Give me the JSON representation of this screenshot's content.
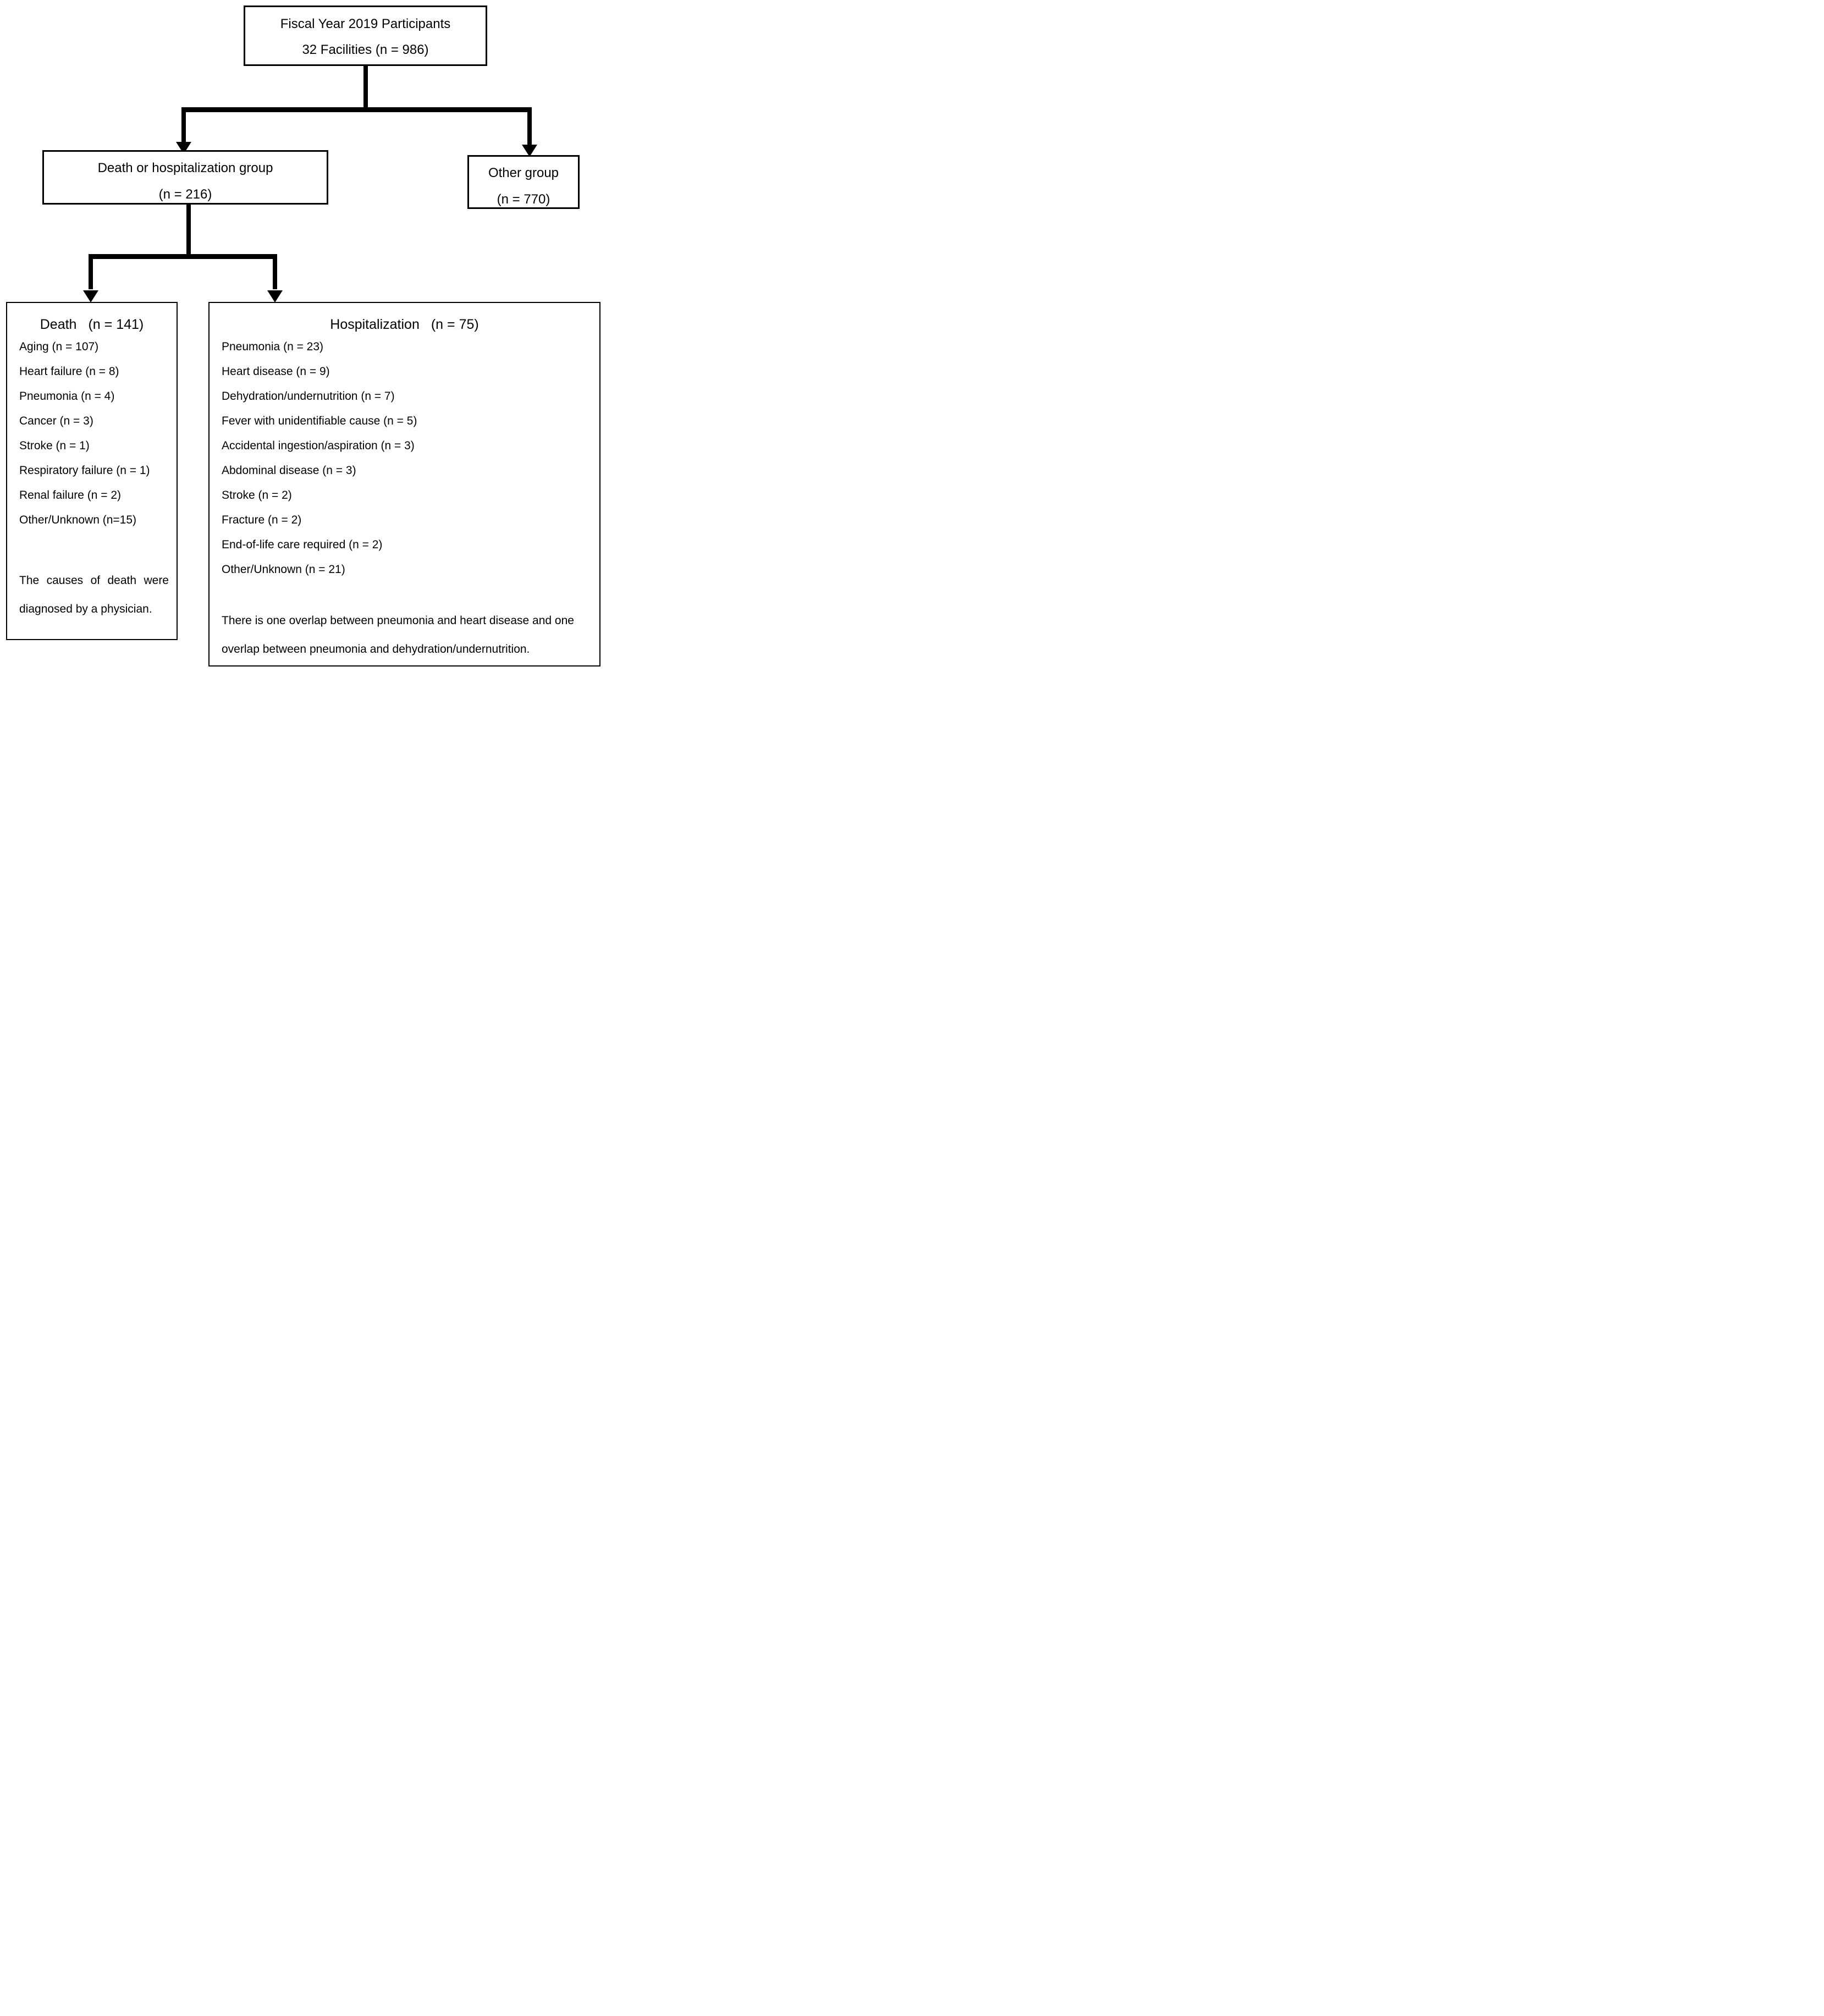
{
  "figure": {
    "top_box": {
      "line1": "Fiscal Year 2019 Participants",
      "line2": "32 Facilities (n = 986)"
    },
    "group_box": {
      "line1": "Death or hospitalization group",
      "line2": "(n = 216)"
    },
    "other_box": {
      "line1": "Other group",
      "line2": "(n = 770)"
    },
    "death_box": {
      "heading": {
        "title": "Death",
        "count": "(n = 141)"
      },
      "items": [
        "Aging (n = 107)",
        "Heart failure (n = 8)",
        "Pneumonia (n = 4)",
        "Cancer (n = 3)",
        "Stroke (n = 1)",
        "Respiratory failure (n = 1)",
        "Renal failure (n = 2)",
        "Other/Unknown (n=15)"
      ],
      "note": "The causes of death were diagnosed by a physician."
    },
    "hosp_box": {
      "heading": {
        "title": "Hospitalization",
        "count": "(n = 75)"
      },
      "items": [
        "Pneumonia (n = 23)",
        "Heart disease (n = 9)",
        "Dehydration/undernutrition (n = 7)",
        "Fever with unidentifiable cause (n = 5)",
        "Accidental ingestion/aspiration (n = 3)",
        "Abdominal disease (n = 3)",
        "Stroke (n = 2)",
        "Fracture (n = 2)",
        "End-of-life care required (n = 2)",
        "Other/Unknown (n = 21)"
      ],
      "note": "There is one overlap between pneumonia and heart disease and one overlap between pneumonia and dehydration/undernutrition."
    },
    "colors": {
      "line": "#000000",
      "background": "#ffffff",
      "text": "#000000"
    }
  }
}
